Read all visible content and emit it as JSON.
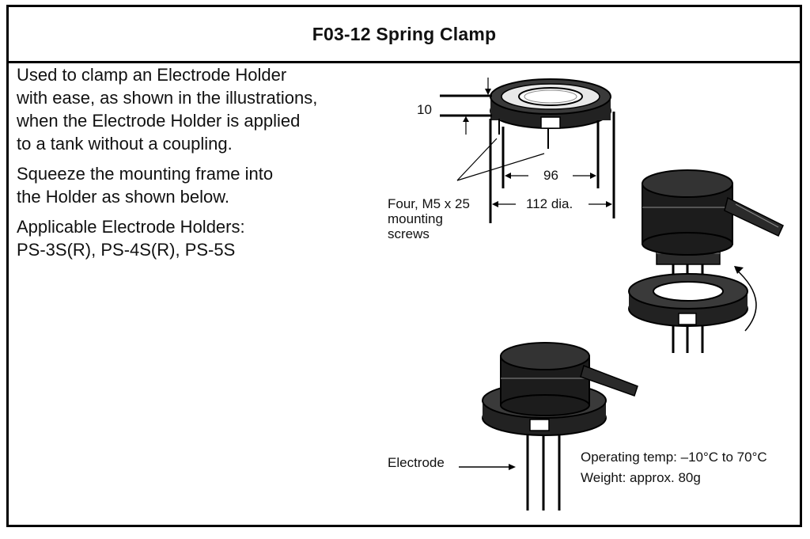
{
  "title": "F03-12 Spring Clamp",
  "description": [
    "Used to clamp an Electrode Holder with ease, as shown in the illustrations, when the Electrode Holder is applied to a tank without a coupling.",
    "Squeeze the mounting frame into the Holder as shown below.",
    "Applicable Electrode Holders: PS-3S(R), PS-4S(R), PS-5S"
  ],
  "description_lines": {
    "p1": [
      "Used to clamp an Electrode Holder",
      "with ease, as shown in the illustrations,",
      "when the Electrode Holder is applied",
      "to a tank without a coupling."
    ],
    "p2": [
      "Squeeze the mounting frame into",
      "the Holder as shown below."
    ],
    "p3": [
      "Applicable Electrode Holders:",
      "PS-3S(R), PS-4S(R), PS-5S"
    ]
  },
  "diagram": {
    "dim_height": "10",
    "dim_inner": "96",
    "dim_outer": "112 dia.",
    "screws_label": [
      "Four, M5 x 25",
      "mounting",
      "screws"
    ],
    "electrode_label": "Electrode"
  },
  "specs": {
    "operating_temp": "Operating temp: –10°C to 70°C",
    "weight": "Weight: approx. 80g"
  }
}
